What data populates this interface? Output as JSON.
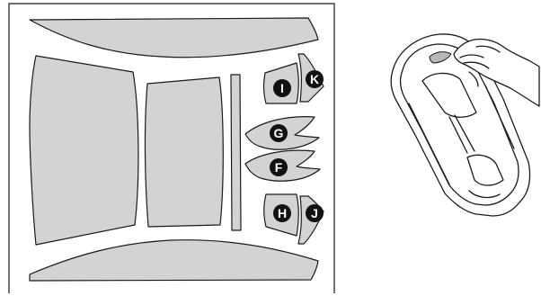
{
  "sheet": {
    "part_labels": [
      "I",
      "K",
      "G",
      "F",
      "H",
      "J"
    ]
  },
  "colors": {
    "part_fill": "#d3d3d3",
    "outline": "#1a1a1a",
    "marker_fill": "#111111",
    "marker_text": "#ffffff"
  },
  "illustration": {
    "subject": "hand-peeling-sticker-from-car-icon"
  }
}
